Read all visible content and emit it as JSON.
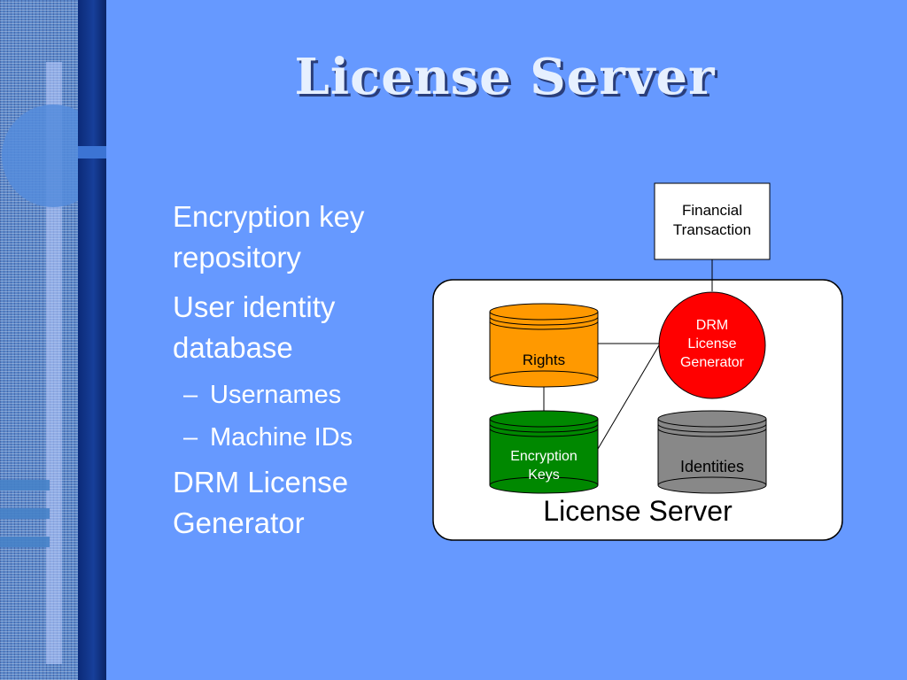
{
  "slide": {
    "title": "License Server",
    "bullets": {
      "b1": "Encryption key repository",
      "b2": "User identity database",
      "sub1": "Usernames",
      "sub2": "Machine IDs",
      "b3": "DRM License Generator",
      "dash": "–"
    }
  },
  "diagram": {
    "financial": [
      "Financial",
      "Transaction"
    ],
    "drm": [
      "DRM",
      "License",
      "Generator"
    ],
    "rights": "Rights",
    "keys": [
      "Encryption",
      "Keys"
    ],
    "identities": "Identities",
    "container_label": "License Server"
  },
  "colors": {
    "background": "#6699ff",
    "drm": "#ff0000",
    "rights": "#ff9900",
    "keys": "#008800",
    "identities": "#888888"
  }
}
